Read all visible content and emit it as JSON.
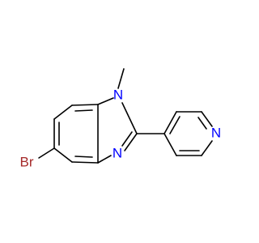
{
  "molecule": {
    "atoms": {
      "n1": {
        "symbol": "N",
        "color": "#0000ff"
      },
      "n3": {
        "symbol": "N",
        "color": "#0000ff"
      },
      "n_pyridine": {
        "symbol": "N",
        "color": "#0000ff"
      },
      "br": {
        "symbol": "Br",
        "color": "#a52a2a"
      }
    }
  }
}
